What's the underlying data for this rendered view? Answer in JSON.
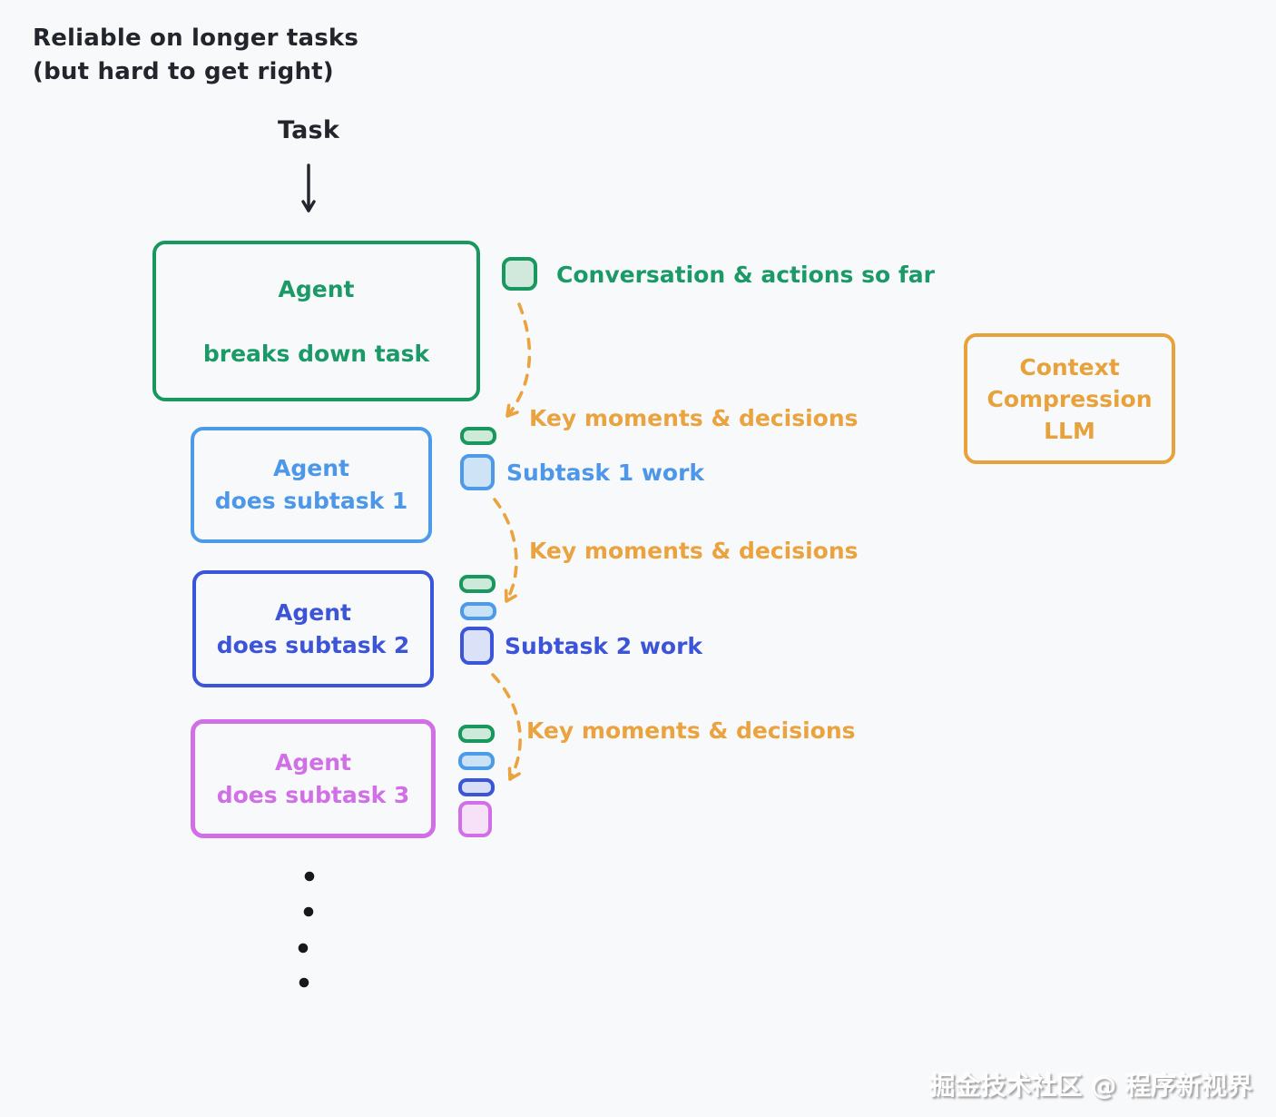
{
  "title": {
    "line1": "Reliable on longer tasks",
    "line2": "(but hard to get right)"
  },
  "task_label": "Task",
  "boxes": {
    "agent_main": {
      "line1": "Agent",
      "line2": "breaks down task"
    },
    "agent_sub1": {
      "line1": "Agent",
      "line2": "does subtask 1"
    },
    "agent_sub2": {
      "line1": "Agent",
      "line2": "does subtask 2"
    },
    "agent_sub3": {
      "line1": "Agent",
      "line2": "does subtask 3"
    },
    "context_llm": {
      "line1": "Context",
      "line2": "Compression",
      "line3": "LLM"
    }
  },
  "labels": {
    "conversation": "Conversation & actions so far",
    "key_moments_1": "Key moments & decisions",
    "subtask1_work": "Subtask 1 work",
    "key_moments_2": "Key moments & decisions",
    "subtask2_work": "Subtask 2 work",
    "key_moments_3": "Key moments & decisions"
  },
  "icons": {
    "conversation_token": "green-rounded-square",
    "compressed_token": "small-pill",
    "continuation": "vertical-ellipsis-dots"
  },
  "colors": {
    "background": "#f8f9fb",
    "ink": "#22252b",
    "green": "#18975f",
    "green_fill": "#d0e9dc",
    "light_blue": "#4d9ae9",
    "light_blue_fill": "#cfe3f7",
    "royal_blue": "#3a55d9",
    "royal_blue_fill": "#dbe2f8",
    "purple": "#d16fe6",
    "purple_fill": "#f7e1f9",
    "orange": "#eaa33e"
  },
  "watermark": "掘金技术社区 @ 程序新视界"
}
